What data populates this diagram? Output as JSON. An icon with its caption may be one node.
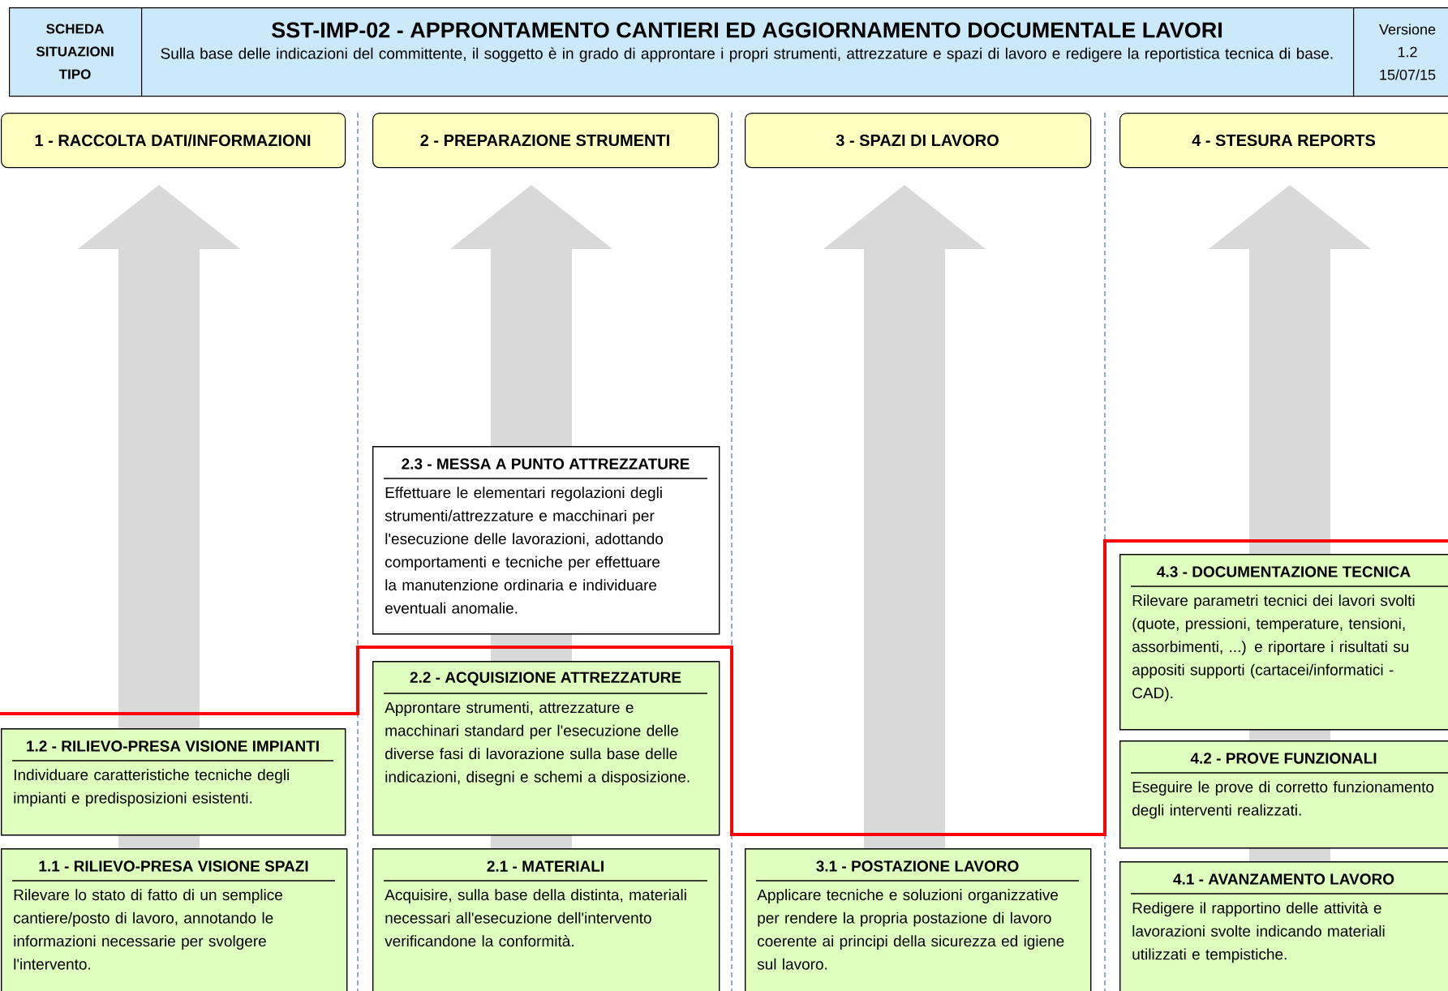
{
  "diagram": {
    "nodes": [
      {
        "text": [
          "SCHEDA SITUAZIONI TIPO"
        ]
      },
      {
        "text": [
          "SST-IMP-02 - APPRONTAMENTO CANTIERI ED AGGIORNAMENTO DOCUMENTALE LAVORI",
          "Sulla base delle indicazioni del committente, il soggetto è in grado di approntare i propri strumenti, attrezzature e spazi di lavoro e redigere la reportistica tecnica di base."
        ]
      },
      {
        "text": [
          "Versione",
          "1.2",
          "15/07/15"
        ]
      },
      {
        "text": [
          "1 - RACCOLTA DATI/INFORMAZIONI"
        ]
      },
      {
        "text": [
          "2 - PREPARAZIONE STRUMENTI"
        ]
      },
      {
        "text": [
          "3 - SPAZI DI LAVORO"
        ]
      },
      {
        "text": [
          "4 - STESURA REPORTS"
        ]
      },
      {
        "text": [
          "1.2 - RILIEVO-PRESA VISIONE IMPIANTI",
          "Individuare caratteristiche tecniche degli impianti e predisposizioni esistenti."
        ]
      },
      {
        "text": [
          "1.1 - RILIEVO-PRESA VISIONE SPAZI",
          "Rilevare lo stato di fatto di un semplice cantiere/posto di lavoro, annotando le informazioni necessarie per svolgere l'intervento."
        ]
      },
      {
        "text": [
          "2.3 - MESSA A PUNTO ATTREZZATURE",
          "Effettuare le elementari regolazioni degli strumenti/attrezzature e macchinari per l'esecuzione delle lavorazioni, adottando comportamenti e tecniche per effettuare la manutenzione ordinaria e individuare eventuali anomalie."
        ]
      },
      {
        "text": [
          "2.2 - ACQUISIZIONE ATTREZZATURE",
          "Approntare strumenti, attrezzature e macchinari standard per l'esecuzione delle diverse fasi di lavorazione sulla base delle indicazioni, disegni e schemi a disposizione."
        ]
      },
      {
        "text": [
          "2.1 - MATERIALI",
          "Acquisire, sulla base della distinta, materiali necessari all'esecuzione dell'intervento verificandone la conformità."
        ]
      },
      {
        "text": [
          "3.1 - POSTAZIONE LAVORO",
          "Applicare tecniche e soluzioni organizzative per rendere la propria postazione di lavoro coerente ai principi della sicurezza ed igiene sul lavoro."
        ]
      },
      {
        "text": [
          "4.3 - DOCUMENTAZIONE TECNICA",
          "Rilevare parametri tecnici dei lavori svolti (quote, pressioni, temperature, tensioni, assorbimenti, ...) e riportare i risultati su appositi supporti (cartacei/informatici - CAD)."
        ]
      },
      {
        "text": [
          "4.2 - PROVE FUNZIONALI",
          "Eseguire le prove di corretto funzionamento degli interventi realizzati."
        ]
      },
      {
        "text": [
          "4.1 - AVANZAMENTO LAVORO",
          "Redigere il rapportino delle attività e lavorazioni svolte indicando materiali utilizzati e tempistiche."
        ]
      }
    ]
  }
}
